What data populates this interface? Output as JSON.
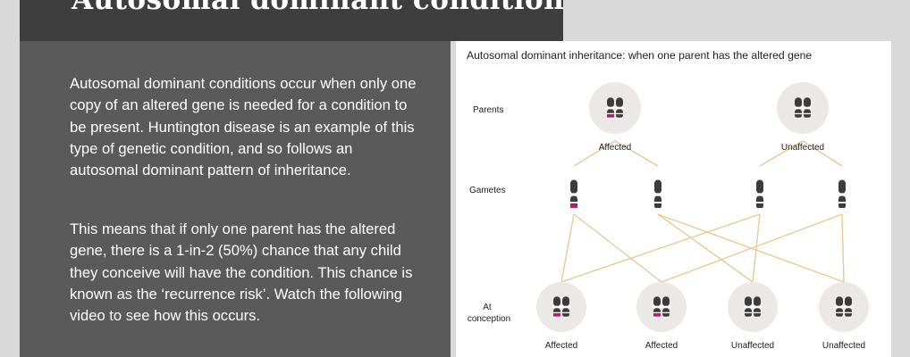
{
  "title": "Autosomal dominant conditions",
  "paragraphs": [
    "Autosomal dominant conditions occur when only one copy of an altered gene is needed for a condition to be present. Huntington disease is an example of this type of genetic condition, and so follows an autosomal dominant pattern of inheritance.",
    "This means that if only one parent has the altered gene, there is a 1-in-2 (50%) chance that any child they conceive will have the condition. This chance is known as the ‘recurrence risk’. Watch the following video to see how this occurs."
  ],
  "diagram": {
    "title": "Autosomal dominant inheritance: when one parent has the altered gene",
    "row_labels": {
      "parents": "Parents",
      "gametes": "Gametes",
      "conception_line1": "At",
      "conception_line2": "conception"
    },
    "parents": [
      {
        "label": "Affected",
        "altered": true
      },
      {
        "label": "Unaffected",
        "altered": false
      }
    ],
    "gametes": [
      {
        "altered": true
      },
      {
        "altered": false
      },
      {
        "altered": false
      },
      {
        "altered": false
      }
    ],
    "children": [
      {
        "label": "Affected",
        "altered": true
      },
      {
        "label": "Affected",
        "altered": true
      },
      {
        "label": "Unaffected",
        "altered": false
      },
      {
        "label": "Unaffected",
        "altered": false
      }
    ],
    "colors": {
      "chromosome": "#3c3c3c",
      "altered_band": "#b0216e",
      "circle": "#ece8e6",
      "connector": "#e9c99a",
      "parent_connector": "#e6bf8a"
    }
  }
}
